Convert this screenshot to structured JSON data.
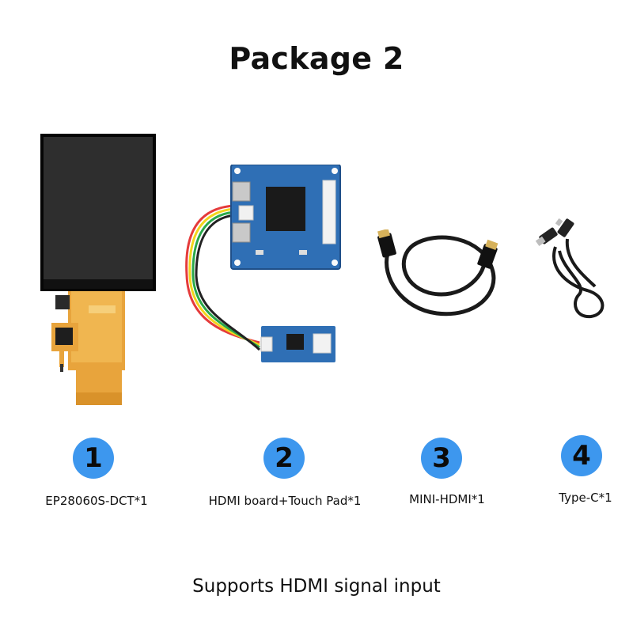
{
  "title": "Package 2",
  "items": [
    {
      "number": "1",
      "label": "EP28060S-DCT*1"
    },
    {
      "number": "2",
      "label": "HDMI board+Touch Pad*1"
    },
    {
      "number": "3",
      "label": "MINI-HDMI*1"
    },
    {
      "number": "4",
      "label": "Type-C*1"
    }
  ],
  "footer": "Supports HDMI signal input",
  "colors": {
    "badge": "#3d97ee",
    "pcb": "#2f6fb5",
    "flex_cable": "#e7a23a",
    "screen": "#2d2d2d"
  }
}
